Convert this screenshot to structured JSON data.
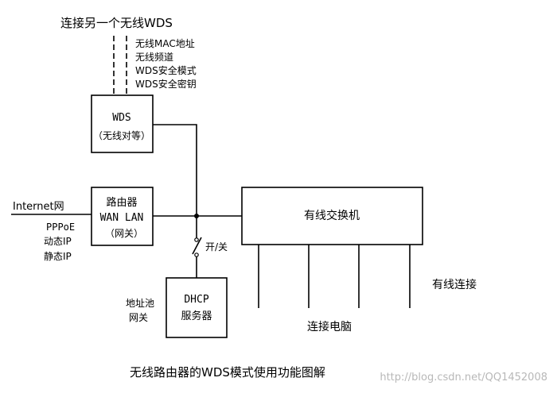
{
  "top_label": "连接另一个无线WDS",
  "wds_settings": [
    "无线MAC地址",
    "无线频道",
    "WDS安全模式",
    "WDS安全密钥"
  ],
  "wds_box": {
    "line1": "WDS",
    "line2": "（无线对等）"
  },
  "router_box": {
    "line1": "路由器",
    "line2": "WAN LAN",
    "line3": "（网关）"
  },
  "internet_label": "Internet网",
  "wan_modes": [
    "PPPoE",
    "动态IP",
    "静态IP"
  ],
  "switch_label": "开/关",
  "dhcp_box": {
    "line1": "DHCP",
    "line2": "服务器"
  },
  "dhcp_side": [
    "地址池",
    "网关"
  ],
  "wired_switch": "有线交换机",
  "wired_connection": "有线连接",
  "computers": "连接电脑",
  "caption": "无线路由器的WDS模式使用功能图解",
  "watermark": "http://blog.csdn.net/QQ1452008"
}
